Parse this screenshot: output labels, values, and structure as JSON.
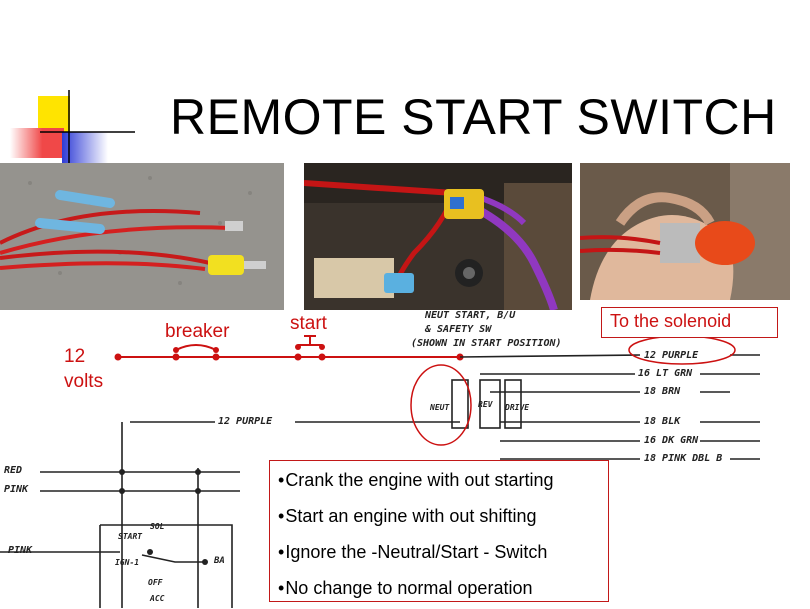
{
  "slide": {
    "title": "REMOTE START SWITCH"
  },
  "labels": {
    "twelve": "12",
    "volts": "volts",
    "breaker": "breaker",
    "start": "start",
    "solenoid": "To the solenoid"
  },
  "schematic": {
    "neut_start": "NEUT START, B/U",
    "safety_sw": "& SAFETY SW",
    "shown_in": "(SHOWN IN START POSITION)",
    "purple_top": "12 PURPLE",
    "lt_grn": "16 LT GRN",
    "brn": "18 BRN",
    "purple_mid": "12 PURPLE",
    "blk": "18 BLK",
    "dk_grn": "16 DK GRN",
    "pink_dbl": "18 PINK DBL B",
    "neut": "NEUT",
    "rev": "REV",
    "drive": "DRIVE",
    "red": "RED",
    "pink": "PINK",
    "pink2": "PINK",
    "start_sw": "START",
    "sol": "SOL",
    "ign": "IGN-1",
    "off": "OFF",
    "acc": "ACC",
    "ba": "BA"
  },
  "notes": [
    "Crank the engine with out starting",
    "Start an engine with out shifting",
    "Ignore the -Neutral/Start - Switch",
    "No change to normal operation"
  ],
  "colors": {
    "accent_red": "#cc1111",
    "logo_yellow": "#ffe400",
    "logo_blue": "#2e3bd6",
    "logo_red": "#f04040"
  }
}
